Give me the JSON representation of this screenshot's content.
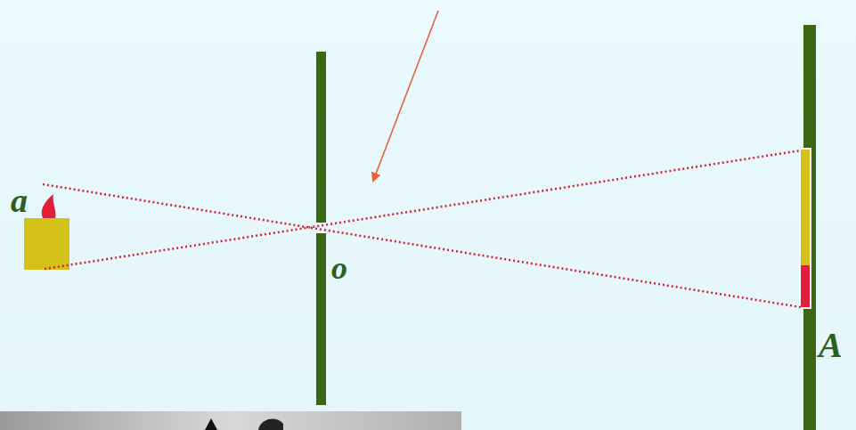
{
  "diagram": {
    "labels": [
      "a",
      "o",
      "A"
    ]
  }
}
